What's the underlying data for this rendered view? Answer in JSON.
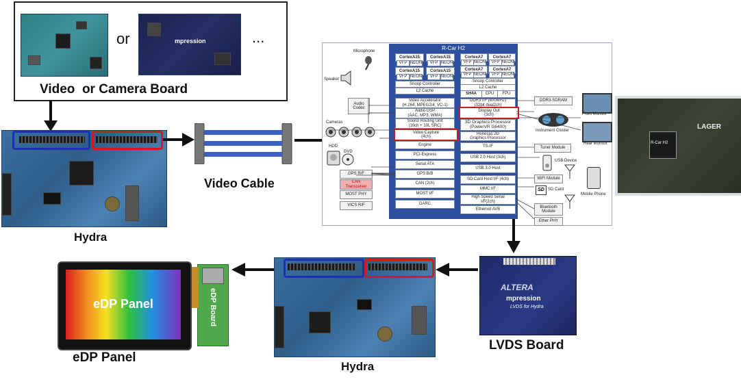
{
  "top_box": {
    "or_text": "or",
    "ellipsis": "...",
    "caption": "Video  or Camera Board",
    "board_text": "mpression"
  },
  "hydra_top": {
    "caption": "Hydra"
  },
  "video_cable": {
    "caption": "Video Cable"
  },
  "soc": {
    "title": "R-Car H2",
    "cores_a15": [
      "CortexA15",
      "CortexA15",
      "CortexA15",
      "CortexA15"
    ],
    "cores_a7": [
      "CortexA7",
      "CortexA7",
      "CortexA7",
      "CortexA7"
    ],
    "vfp": "VFP",
    "neon": "NEON",
    "snoop": "Snoop Controller",
    "l2": "L2 Cache",
    "sh4a": "SH4A",
    "cpu": "CPU",
    "fpu": "FPU",
    "left_blocks": [
      "Video Accelerator\n(H.264, MPEG2/4, VC-1)",
      "Audio DSP\n(AAC, MP3, WMA)",
      "Sound Routing Unit\n(10ch + 10L SRC)",
      "Video Capture\n(4ch)",
      "Engine",
      "PCI-Express",
      "Serial ATA",
      "GPS B/B",
      "CAN (2ch)",
      "MOST I/F",
      "DARC"
    ],
    "right_blocks": [
      "DDR3 I/F (800MHz)\n(32bit dual2ch)",
      "Display Out\n(3ch)",
      "3D Graphics Processor\n(PowerVR G6400)",
      "Renesas 2D\nGraphics Processor",
      "TS-IF",
      "USB 2.0 Host (3ch)",
      "USB 3.0 Host",
      "SD Card Host I/F (4ch)",
      "MMC I/F",
      "High Speed Serial\nI/F(2ch)",
      "Ethernet AVB"
    ],
    "ext_left": {
      "microphone": "Microphone",
      "speaker": "Speaker",
      "audio_codec": "Audio\nCodec",
      "cameras": "Cameras",
      "hdd": "HDD",
      "dvd": "DVD",
      "gps_rf": "GPS R/F",
      "can_transceiver": "CAN\nTransceiver",
      "most_phy": "MOST PHY",
      "vics_rf": "VICS R/F"
    },
    "ext_right": {
      "ddr3": "DDR3-SDRAM",
      "front_monitor": "Front Monitor",
      "instrument_cluster": "Instrument Cluster",
      "rear_monitor": "Rear Monitor",
      "tuner": "Tuner Module",
      "usb_device": "USB Device",
      "wifi": "WiFi  Module",
      "sd_card": "SD Card",
      "sd_logo": "SD",
      "mobile_phone": "Mobile Phone",
      "bluetooth": "Bluetooth\nModule",
      "ether_phy": "Ether PHY"
    }
  },
  "lager": {
    "brand": "LAGER",
    "chip": "R-Car H2"
  },
  "lvds_board": {
    "caption": "LVDS Board",
    "altera": "ALTERA",
    "mpression": "mpression",
    "sub": "LVDS for Hydra"
  },
  "hydra_bottom": {
    "caption": "Hydra"
  },
  "edp_board": {
    "text": "eDP Board"
  },
  "edp_panel": {
    "screen_text": "eDP Panel",
    "caption": "eDP Panel"
  },
  "colors": {
    "blue_highlight": "#1f2fb4",
    "red_highlight": "#d11c1c",
    "soc_blue": "#2d4f9e",
    "arrow": "#111111"
  }
}
